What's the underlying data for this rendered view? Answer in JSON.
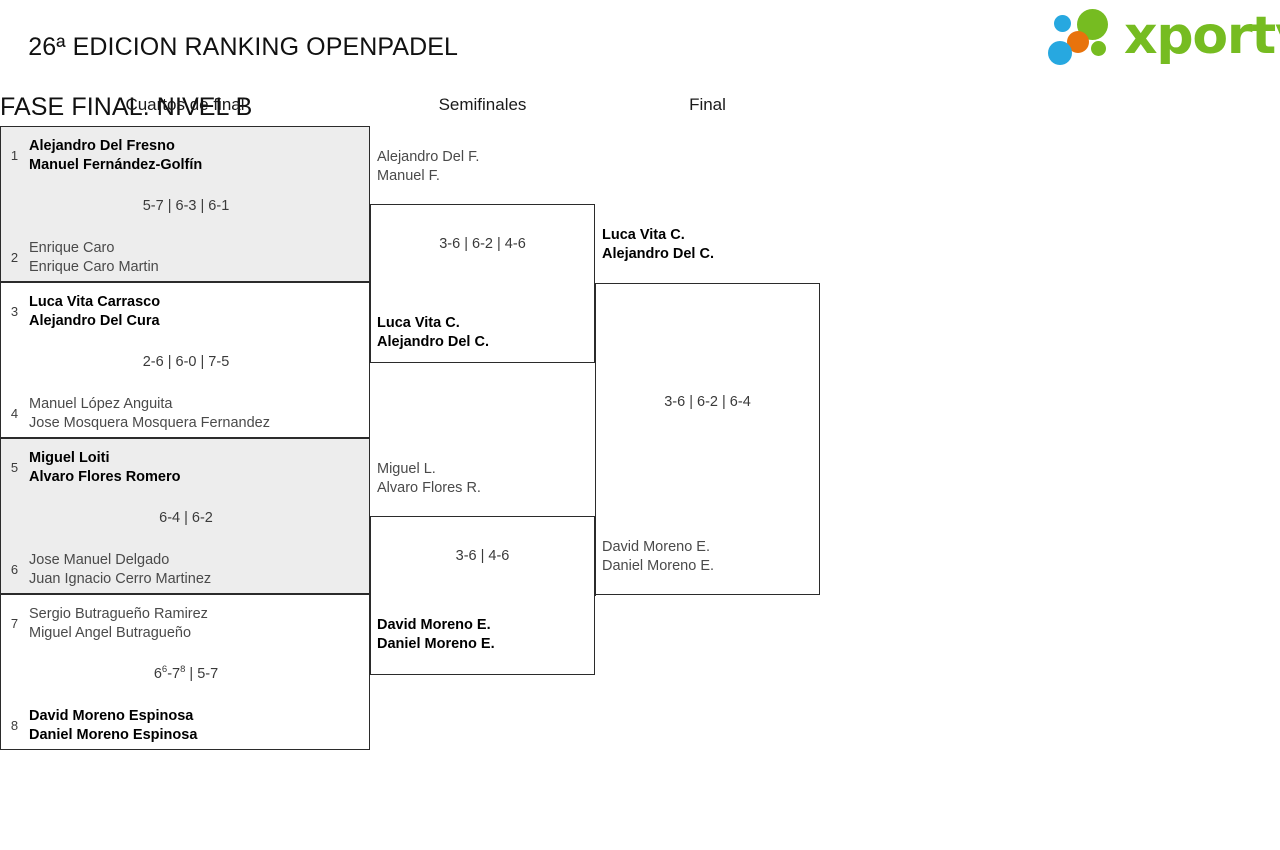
{
  "header": {
    "title_line1": "26ª EDICION RANKING OPENPADEL",
    "title_line2": "FASE FINAL. NIVEL B"
  },
  "logo": {
    "word": "xporty",
    "colors": {
      "green": "#76bc21",
      "orange": "#e8730c",
      "blue": "#27a8e0"
    }
  },
  "rounds": [
    {
      "label": "Cuartos de final"
    },
    {
      "label": "Semifinales"
    },
    {
      "label": "Final"
    }
  ],
  "quarterfinals": [
    {
      "shaded": true,
      "top": {
        "seed": "1",
        "player1": "Alejandro Del Fresno",
        "player2": "Manuel Fernández-Golfín",
        "result": "winner"
      },
      "bottom": {
        "seed": "2",
        "player1": "Enrique Caro",
        "player2": "Enrique Caro Martin",
        "result": "loser"
      },
      "score": "5-7 | 6-3 | 6-1"
    },
    {
      "shaded": false,
      "top": {
        "seed": "3",
        "player1": "Luca Vita Carrasco",
        "player2": "Alejandro Del Cura",
        "result": "winner"
      },
      "bottom": {
        "seed": "4",
        "player1": "Manuel López Anguita",
        "player2": "Jose Mosquera Mosquera Fernandez",
        "result": "loser"
      },
      "score": "2-6 | 6-0 | 7-5"
    },
    {
      "shaded": true,
      "top": {
        "seed": "5",
        "player1": "Miguel Loiti",
        "player2": "Alvaro Flores Romero",
        "result": "winner"
      },
      "bottom": {
        "seed": "6",
        "player1": "Jose Manuel Delgado",
        "player2": "Juan Ignacio Cerro Martinez",
        "result": "loser"
      },
      "score": "6-4 | 6-2"
    },
    {
      "shaded": false,
      "top": {
        "seed": "7",
        "player1": "Sergio Butragueño Ramirez",
        "player2": "Miguel Angel Butragueño",
        "result": "loser"
      },
      "bottom": {
        "seed": "8",
        "player1": "David Moreno Espinosa",
        "player2": "Daniel Moreno Espinosa",
        "result": "winner"
      },
      "score_main1": "6",
      "score_sup1": "6",
      "score_main2": "-7",
      "score_sup2": "8",
      "score_rest": " | 5-7"
    }
  ],
  "semifinals": [
    {
      "top": {
        "player1": "Alejandro Del F.",
        "player2": "Manuel F.",
        "result": "loser"
      },
      "bottom": {
        "player1": "Luca Vita C.",
        "player2": "Alejandro Del C.",
        "result": "winner"
      },
      "score": "3-6 | 6-2 | 4-6"
    },
    {
      "top": {
        "player1": "Miguel L.",
        "player2": "Alvaro Flores R.",
        "result": "loser"
      },
      "bottom": {
        "player1": "David Moreno E.",
        "player2": "Daniel Moreno E.",
        "result": "winner"
      },
      "score": "3-6 | 4-6"
    }
  ],
  "final": {
    "top": {
      "player1": "Luca Vita C.",
      "player2": "Alejandro Del C.",
      "result": "winner"
    },
    "bottom": {
      "player1": "David Moreno E.",
      "player2": "Daniel Moreno E.",
      "result": "loser"
    },
    "score": "3-6 | 6-2 | 6-4"
  }
}
